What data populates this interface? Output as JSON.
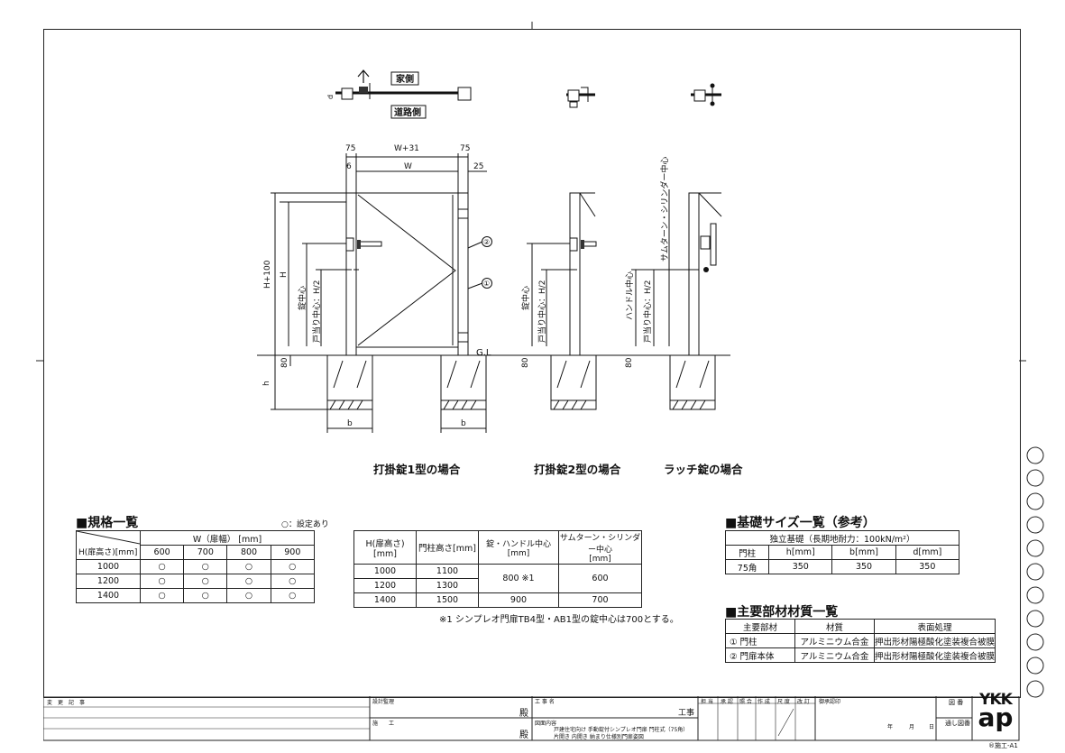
{
  "drawing": {
    "house_side": "家側",
    "road_side": "道路側",
    "gl": "G.L",
    "dims": {
      "post_width": "75",
      "total_width": "W+31",
      "gap6": "6",
      "width": "W",
      "gap25": "25",
      "h_plus": "H+100",
      "h": "H",
      "lock_center": "錠中心",
      "stop_center": "戸当り中心：H/2",
      "handle_center": "ハンドル中心",
      "thumb_center": "サムターン・シリンダー中心",
      "depth80": "80",
      "found_h": "h",
      "found_b": "b",
      "d": "d",
      "callout1": "①",
      "callout2": "②"
    },
    "captions": [
      "打掛錠1型の場合",
      "打掛錠2型の場合",
      "ラッチ錠の場合"
    ]
  },
  "spec_table": {
    "title": "■規格一覧",
    "legend": "○：設定あり",
    "row_header": "H(扉高さ)[mm]",
    "w_header": "W（扉幅） [mm]",
    "widths": [
      "600",
      "700",
      "800",
      "900"
    ],
    "rows": [
      {
        "h": "1000",
        "marks": [
          "○",
          "○",
          "○",
          "○"
        ]
      },
      {
        "h": "1200",
        "marks": [
          "○",
          "○",
          "○",
          "○"
        ]
      },
      {
        "h": "1400",
        "marks": [
          "○",
          "○",
          "○",
          "○"
        ]
      }
    ]
  },
  "height_table": {
    "headers": [
      "H(扉高さ)[mm]",
      "門柱高さ[mm]",
      "錠・ハンドル中心\n[mm]",
      "サムターン・シリンダー中心\n[mm]"
    ],
    "rows": [
      {
        "h": "1000",
        "post": "1100"
      },
      {
        "h": "1200",
        "post": "1300"
      },
      {
        "h": "1400",
        "post": "1500"
      }
    ],
    "lock_merged": "800 ※1",
    "lock_last": "900",
    "thumb_merged": "600",
    "thumb_last": "700",
    "note": "※1 シンプレオ門扉TB4型・AB1型の錠中心は700とする。"
  },
  "foundation": {
    "title": "■基礎サイズ一覧（参考）",
    "subtitle": "独立基礎（長期地耐力：100kN/m²）",
    "headers": [
      "門柱",
      "h[mm]",
      "b[mm]",
      "d[mm]"
    ],
    "row": [
      "75角",
      "350",
      "350",
      "350"
    ]
  },
  "materials": {
    "title": "■主要部材材質一覧",
    "headers": [
      "主要部材",
      "材質",
      "表面処理"
    ],
    "rows": [
      [
        "① 門柱",
        "アルミニウム合金",
        "押出形材陽極酸化塗装複合被膜"
      ],
      [
        "② 門扉本体",
        "アルミニウム合金",
        "押出形材陽極酸化塗装複合被膜"
      ]
    ]
  },
  "title_block": {
    "change_record": "変　更　記　事",
    "design_supervisor": "設計監理",
    "construction": "施　　工",
    "dono": "殿",
    "project_name": "工 事 名",
    "koji": "工事",
    "drawing_content": "図面内容",
    "content_line1": "戸建住宅向け 手動錠付シンプレオ門扉 門柱式（75角）",
    "content_line2": "片開き 内開き 納まり仕様別門扉姿図",
    "stamps": [
      "担 当",
      "承 認",
      "照 合",
      "作 成",
      "尺 度",
      "改 訂"
    ],
    "approval": "御承認印",
    "date_year": "年",
    "date_month": "月",
    "date_day": "日",
    "drawing_no_label": "図 番",
    "serial_label": "通し図番",
    "logo_top": "YKK",
    "logo_bottom": "ap",
    "sheet": "®施工-A1"
  }
}
